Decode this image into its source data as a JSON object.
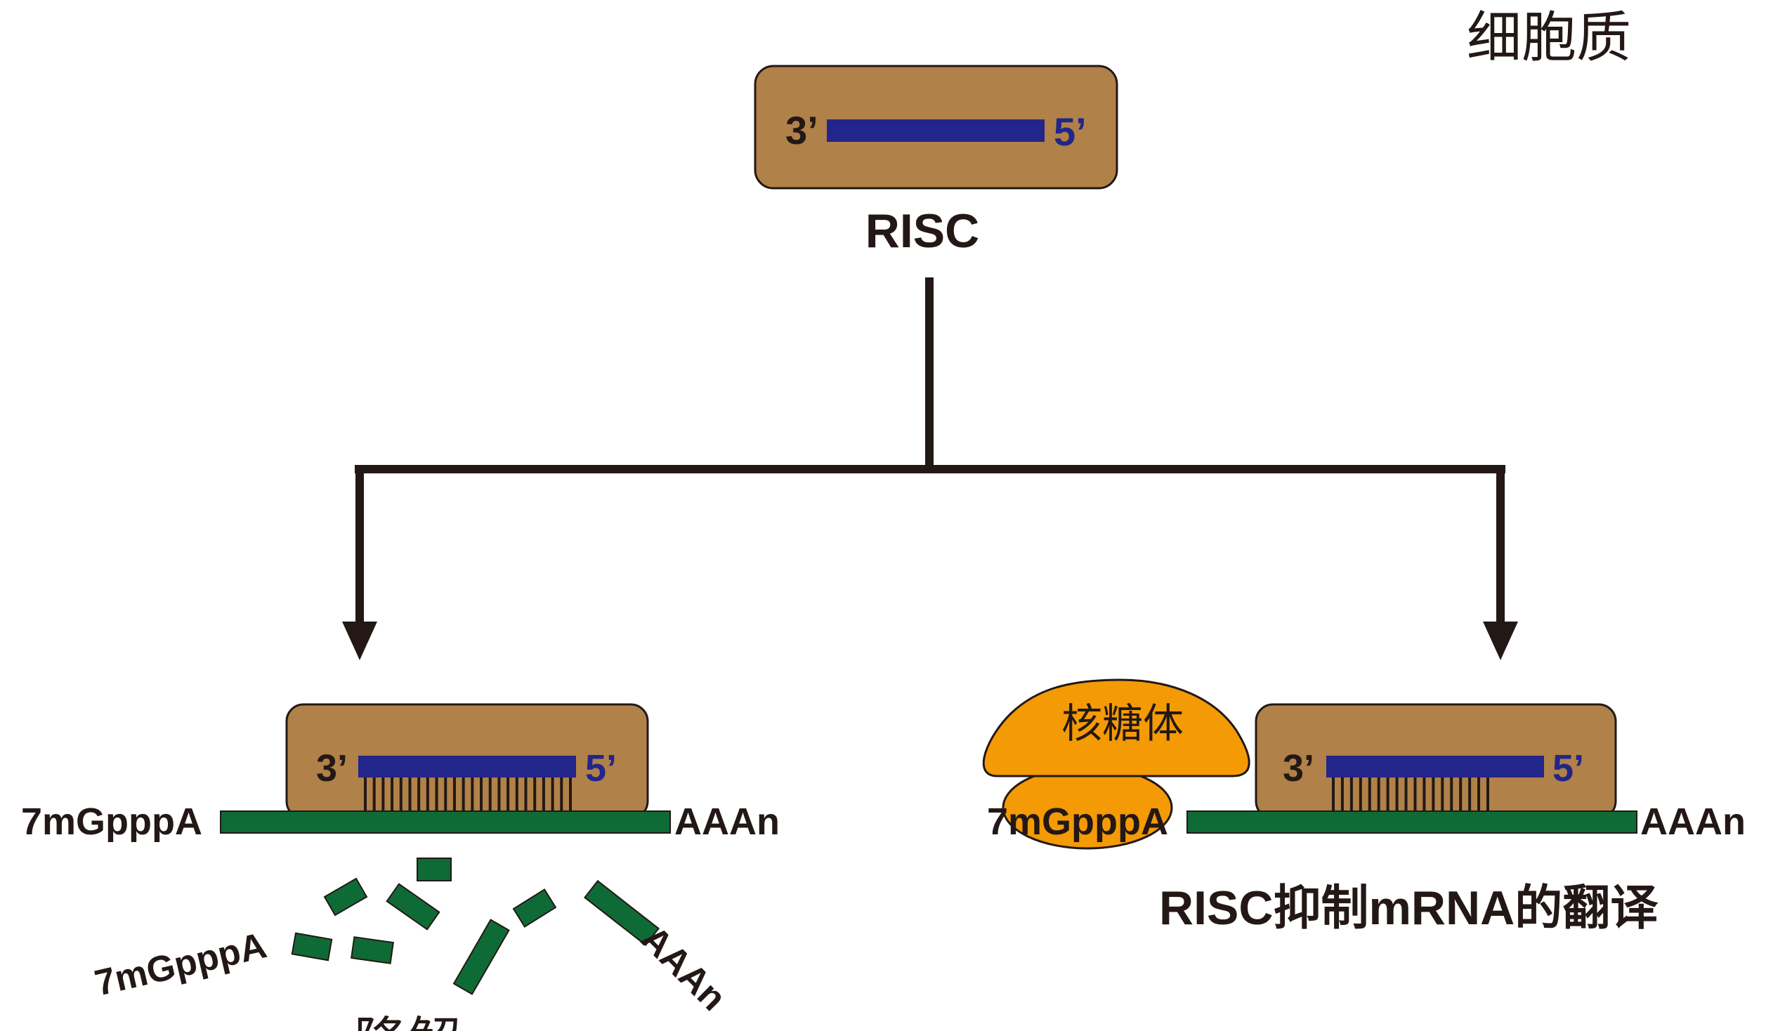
{
  "compartment_label": "细胞质",
  "complex_label": "RISC",
  "strand_end_3": "3’",
  "strand_end_5": "5’",
  "cap_label": "7mGpppA",
  "polya_label": "AAAn",
  "ribosome_label": "核糖体",
  "left_outcome_label": "降解",
  "right_outcome_label": "RISC抑制mRNA的翻译",
  "colors": {
    "risc_body": "#b08148",
    "guide_strand": "#22258a",
    "mrna": "#0f6b35",
    "ribosome": "#f39a05",
    "arrow": "#231815",
    "text": "#231815"
  }
}
